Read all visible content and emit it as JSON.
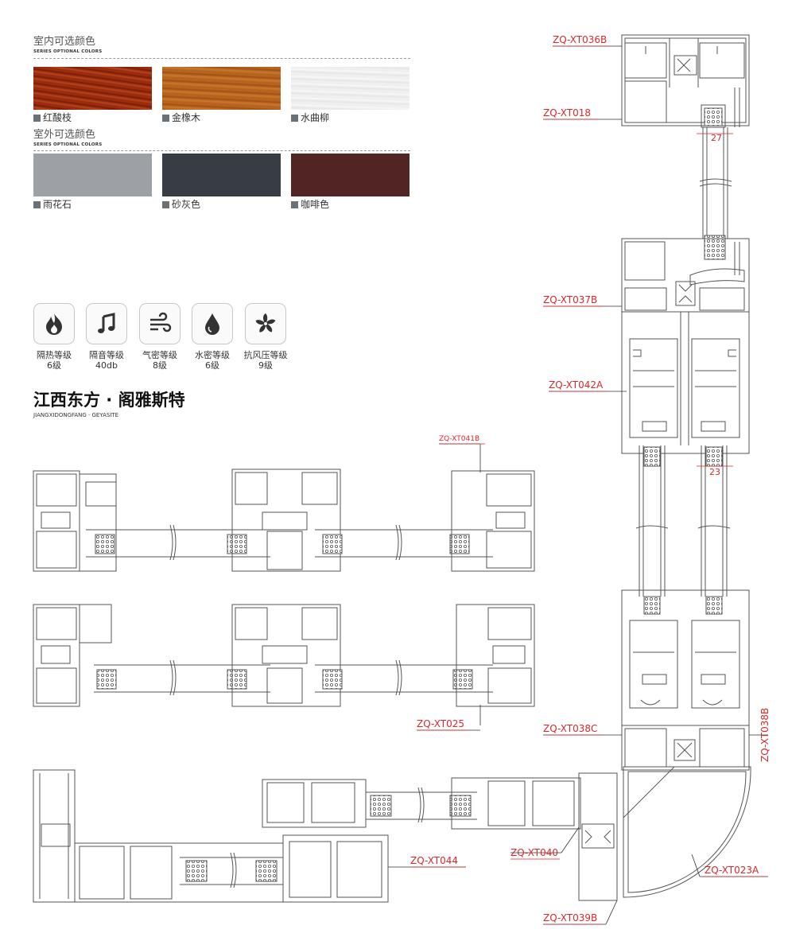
{
  "interior_colors": {
    "title": "室内可选颜色",
    "subtitle": "SERIES OPTIONAL COLORS",
    "items": [
      {
        "label": "红酸枝",
        "color": "#9a2a0e"
      },
      {
        "label": "金橡木",
        "color": "#b8641f"
      },
      {
        "label": "水曲柳",
        "color": "#eeeeee"
      }
    ]
  },
  "exterior_colors": {
    "title": "室外可选颜色",
    "subtitle": "SERIES OPTIONAL COLORS",
    "items": [
      {
        "label": "雨花石",
        "color": "#9da1a6"
      },
      {
        "label": "砂灰色",
        "color": "#373c45"
      },
      {
        "label": "咖啡色",
        "color": "#512523"
      }
    ]
  },
  "performance": [
    {
      "icon": "flame-icon",
      "name": "隔热等级",
      "value": "6级"
    },
    {
      "icon": "music-note-icon",
      "name": "隔音等级",
      "value": "40db"
    },
    {
      "icon": "wind-icon",
      "name": "气密等级",
      "value": "8级"
    },
    {
      "icon": "water-drop-icon",
      "name": "水密等级",
      "value": "6级"
    },
    {
      "icon": "fan-icon",
      "name": "抗风压等级",
      "value": "9级"
    }
  ],
  "brand": {
    "title": "江西东方 · 阁雅斯特",
    "subtitle": "JIANGXIDONGFANG · GEYASITE"
  },
  "callouts": {
    "xt036b": "ZQ-XT036B",
    "xt018": "ZQ-XT018",
    "xt037b": "ZQ-XT037B",
    "xt042a": "ZQ-XT042A",
    "xt041b": "ZQ-XT041B",
    "xt025": "ZQ-XT025",
    "xt038c": "ZQ-XT038C",
    "xt038b": "ZQ-XT038B",
    "xt040": "ZQ-XT040",
    "xt044": "ZQ-XT044",
    "xt023a": "ZQ-XT023A",
    "xt039b": "ZQ-XT039B"
  },
  "dimensions": {
    "top_glass": "27",
    "mid_glass": "23"
  },
  "accent_color": "#d8282a"
}
